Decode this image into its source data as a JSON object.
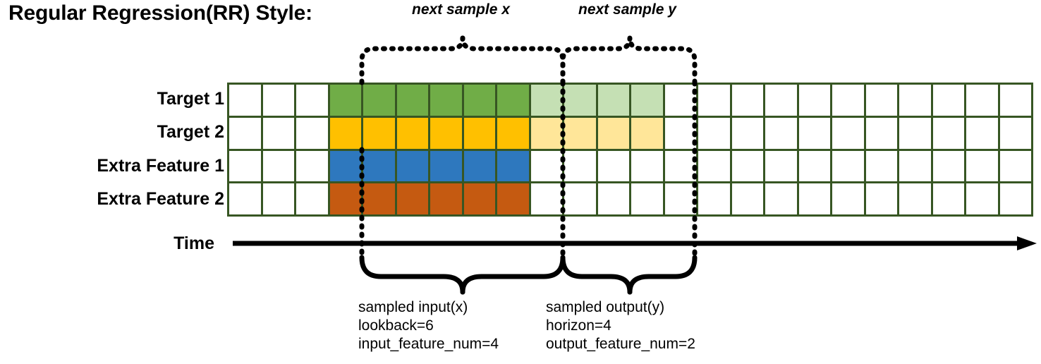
{
  "title": "Regular Regression(RR) Style:",
  "axis": {
    "time_label": "Time"
  },
  "rows": [
    {
      "label": "Target 1",
      "color_name": "green",
      "color": "#70AD47",
      "light_color": "#C5E0B4"
    },
    {
      "label": "Target 2",
      "color_name": "yellow",
      "color": "#FFC000",
      "light_color": "#FFE699"
    },
    {
      "label": "Extra Feature 1",
      "color_name": "blue",
      "color": "#2E78BE",
      "light_color": "#FFFFFF"
    },
    {
      "label": "Extra Feature 2",
      "color_name": "orange",
      "color": "#C55A11",
      "light_color": "#FFFFFF"
    }
  ],
  "grid": {
    "total_columns": 24,
    "leading_empty_columns": 3,
    "input_columns": 6,
    "output_columns": 4,
    "trailing_empty_columns": 11,
    "border_color": "#375623",
    "empty_color": "#FFFFFF"
  },
  "top_annotations": [
    {
      "id": "next-sample-x",
      "label": "next sample x"
    },
    {
      "id": "next-sample-y",
      "label": "next sample y"
    }
  ],
  "bottom_annotations": [
    {
      "id": "sampled-input",
      "lines": [
        "sampled input(x)",
        "lookback=6",
        "input_feature_num=4"
      ]
    },
    {
      "id": "sampled-output",
      "lines": [
        "sampled output(y)",
        "horizon=4",
        "output_feature_num=2"
      ]
    }
  ],
  "chart_data": {
    "type": "heatmap",
    "title": "Regular Regression(RR) Style:",
    "xlabel": "Time",
    "ylabel": "",
    "categories": [
      "Target 1",
      "Target 2",
      "Extra Feature 1",
      "Extra Feature 2"
    ],
    "columns": 24,
    "legend": [
      "next sample x",
      "next sample y",
      "sampled input(x)",
      "sampled output(y)"
    ],
    "annotations": [
      "lookback=6",
      "horizon=4",
      "input_feature_num=4",
      "output_feature_num=2"
    ],
    "series": [
      {
        "name": "Target 1",
        "values": [
          "empty",
          "empty",
          "empty",
          "input",
          "input",
          "input",
          "input",
          "input",
          "input",
          "output",
          "output",
          "output",
          "output",
          "empty",
          "empty",
          "empty",
          "empty",
          "empty",
          "empty",
          "empty",
          "empty",
          "empty",
          "empty",
          "empty"
        ]
      },
      {
        "name": "Target 2",
        "values": [
          "empty",
          "empty",
          "empty",
          "input",
          "input",
          "input",
          "input",
          "input",
          "input",
          "output",
          "output",
          "output",
          "output",
          "empty",
          "empty",
          "empty",
          "empty",
          "empty",
          "empty",
          "empty",
          "empty",
          "empty",
          "empty",
          "empty"
        ]
      },
      {
        "name": "Extra Feature 1",
        "values": [
          "empty",
          "empty",
          "empty",
          "input",
          "input",
          "input",
          "input",
          "input",
          "input",
          "empty",
          "empty",
          "empty",
          "empty",
          "empty",
          "empty",
          "empty",
          "empty",
          "empty",
          "empty",
          "empty",
          "empty",
          "empty",
          "empty",
          "empty"
        ]
      },
      {
        "name": "Extra Feature 2",
        "values": [
          "empty",
          "empty",
          "empty",
          "input",
          "input",
          "input",
          "input",
          "input",
          "input",
          "empty",
          "empty",
          "empty",
          "empty",
          "empty",
          "empty",
          "empty",
          "empty",
          "empty",
          "empty",
          "empty",
          "empty",
          "empty",
          "empty",
          "empty"
        ]
      }
    ]
  }
}
